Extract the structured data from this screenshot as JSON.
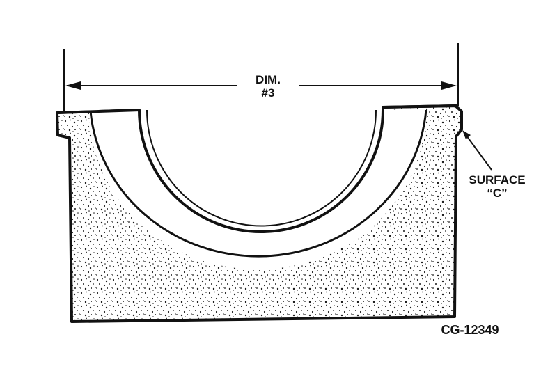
{
  "diagram": {
    "dimension_label": {
      "line1": "DIM.",
      "line2": "#3"
    },
    "surface_label": {
      "line1": "SURFACE",
      "line2": "“C”"
    },
    "drawing_id": "CG-12349",
    "colors": {
      "ink": "#111111",
      "paper": "#ffffff",
      "stipple": "#1a1a1a"
    }
  }
}
